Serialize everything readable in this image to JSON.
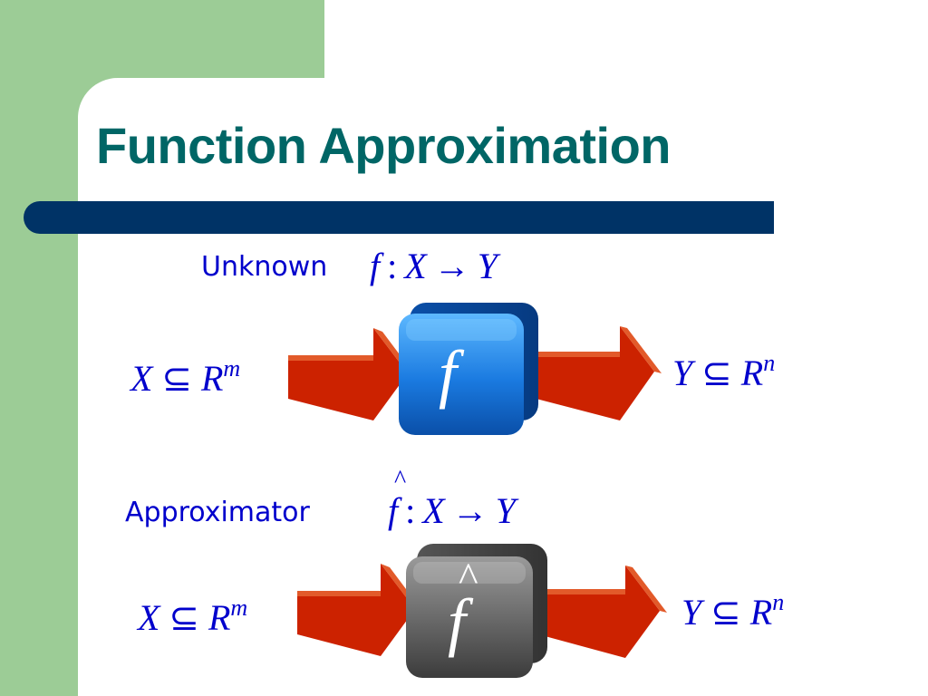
{
  "slide": {
    "title": "Function Approximation",
    "colors": {
      "title": "#006666",
      "title_bar": "#003366",
      "math": "#0000cc",
      "arrow_fill": "#cc2200",
      "arrow_edge": "#e25a2a",
      "blue_box": "#1a6fd6",
      "gray_box": "#6e6e6e"
    },
    "unknown": {
      "label": "Unknown",
      "map_f": "f",
      "map_colon": ":",
      "map_x": "X",
      "map_arrow": "→",
      "map_y": "Y",
      "input_x": "X",
      "input_subset": "⊆",
      "input_r": "R",
      "input_exp": "m",
      "box_symbol": "f",
      "box_icon": "blue-function-box-icon",
      "output_y": "Y",
      "output_subset": "⊆",
      "output_r": "R",
      "output_exp": "n"
    },
    "approximator": {
      "label": "Approximator",
      "map_hat": "^",
      "map_f": "f",
      "map_colon": ":",
      "map_x": "X",
      "map_arrow": "→",
      "map_y": "Y",
      "input_x": "X",
      "input_subset": "⊆",
      "input_r": "R",
      "input_exp": "m",
      "box_hat": "^",
      "box_symbol": "f",
      "box_icon": "gray-approximator-box-icon",
      "output_y": "Y",
      "output_subset": "⊆",
      "output_r": "R",
      "output_exp": "n"
    }
  }
}
